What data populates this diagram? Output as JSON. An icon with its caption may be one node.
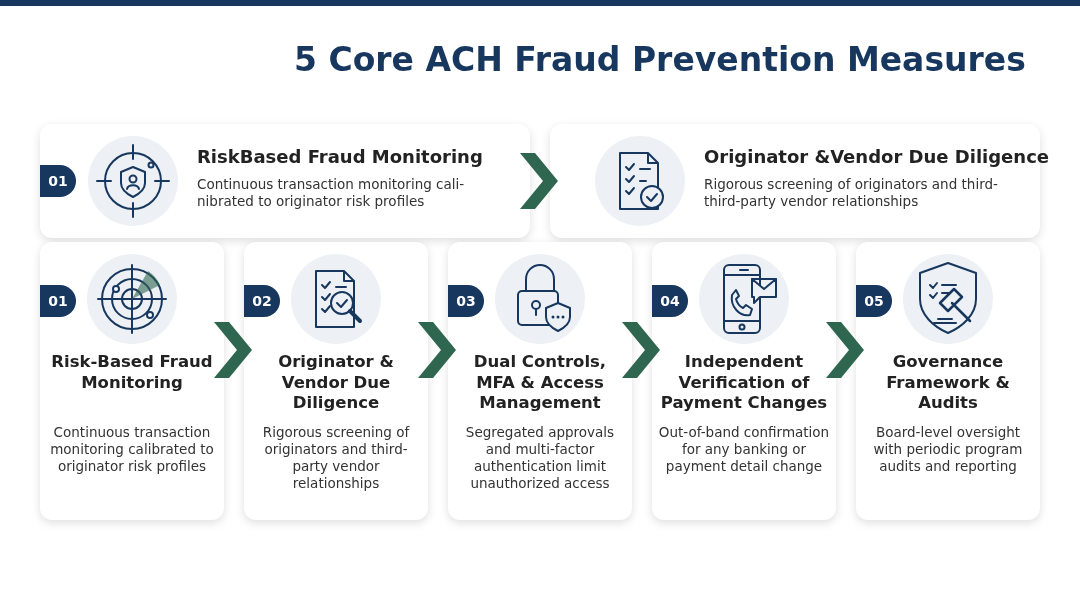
{
  "diagram": {
    "title": "5 Core ACH Fraud Prevention Measures",
    "nodes": [
      {
        "text": [
          "01",
          "RiskBased Fraud Monitoring",
          "Continuous transaction monitoring cali- nibrated to originator risk profiles"
        ]
      },
      {
        "text": [
          "Originator &Vendor Due Diligence",
          "Rigorous screening of originators and third- third-party vendor relationships"
        ]
      },
      {
        "text": [
          "01",
          "Risk-Based Fraud Monitoring",
          "Continuous transaction monitoring calibrated to originator risk profiles"
        ]
      },
      {
        "text": [
          "02",
          "Originator & Vendor Due Diligence",
          "Rigorous screening of originators and third-party vendor relationships"
        ]
      },
      {
        "text": [
          "03",
          "Dual Controls, MFA & Access Management",
          "Segregated approvals and multi-factor authentication limit unauthorized access"
        ]
      },
      {
        "text": [
          "04",
          "Independent Verification of Payment Changes",
          "Out-of-band confirmation for any banking or payment detail change"
        ]
      },
      {
        "text": [
          "05",
          "Governance Framework & Audits",
          "Board-level oversight with periodic program audits and reporting"
        ]
      }
    ],
    "edges": [
      {
        "from": 0,
        "to": 1,
        "arrow": "to"
      },
      {
        "from": 2,
        "to": 3,
        "arrow": "to"
      },
      {
        "from": 3,
        "to": 4,
        "arrow": "to"
      },
      {
        "from": 4,
        "to": 5,
        "arrow": "to"
      },
      {
        "from": 5,
        "to": 6,
        "arrow": "to"
      }
    ]
  }
}
